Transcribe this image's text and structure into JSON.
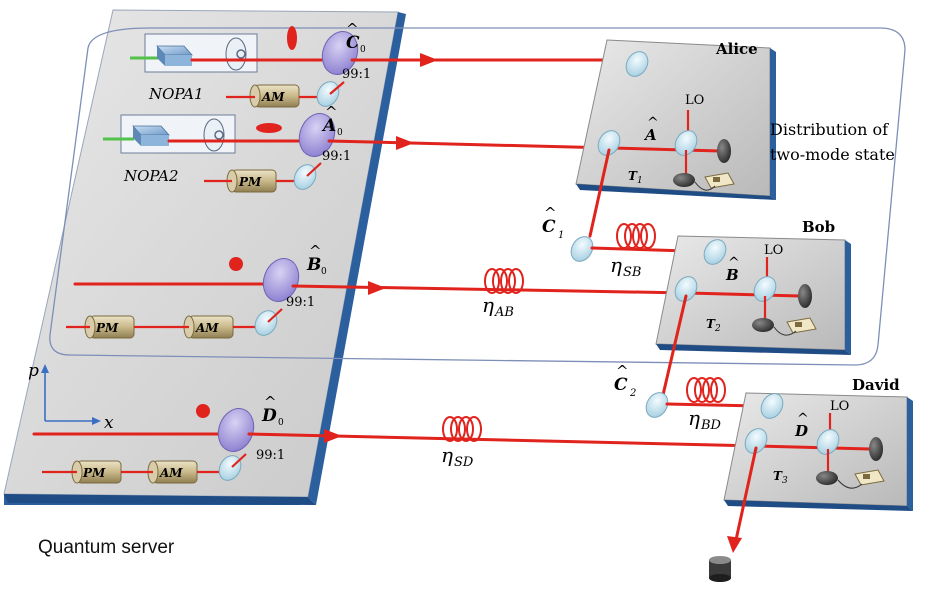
{
  "server": {
    "title": "Quantum server",
    "nopa1": "NOPA1",
    "nopa2": "NOPA2",
    "am": "AM",
    "pm": "PM",
    "ratio": "99:1",
    "mode_c0": "C",
    "mode_a0": "A",
    "mode_b0": "B",
    "mode_d0": "D",
    "sub0": "0",
    "axis_p": "p",
    "axis_x": "x"
  },
  "distribution": {
    "line1": "Distribution of",
    "line2": "two-mode state"
  },
  "alice": {
    "name": "Alice",
    "lo": "LO",
    "mode": "A",
    "t": "T",
    "t_sub": "1"
  },
  "bob": {
    "name": "Bob",
    "lo": "LO",
    "mode": "B",
    "t": "T",
    "t_sub": "2"
  },
  "david": {
    "name": "David",
    "lo": "LO",
    "mode": "D",
    "t": "T",
    "t_sub": "3"
  },
  "channels": {
    "eta": "η",
    "ab": "AB",
    "sb": "SB",
    "bd": "BD",
    "sd": "SD",
    "c1": "C",
    "c1_sub": "1",
    "c2": "C",
    "c2_sub": "2"
  }
}
